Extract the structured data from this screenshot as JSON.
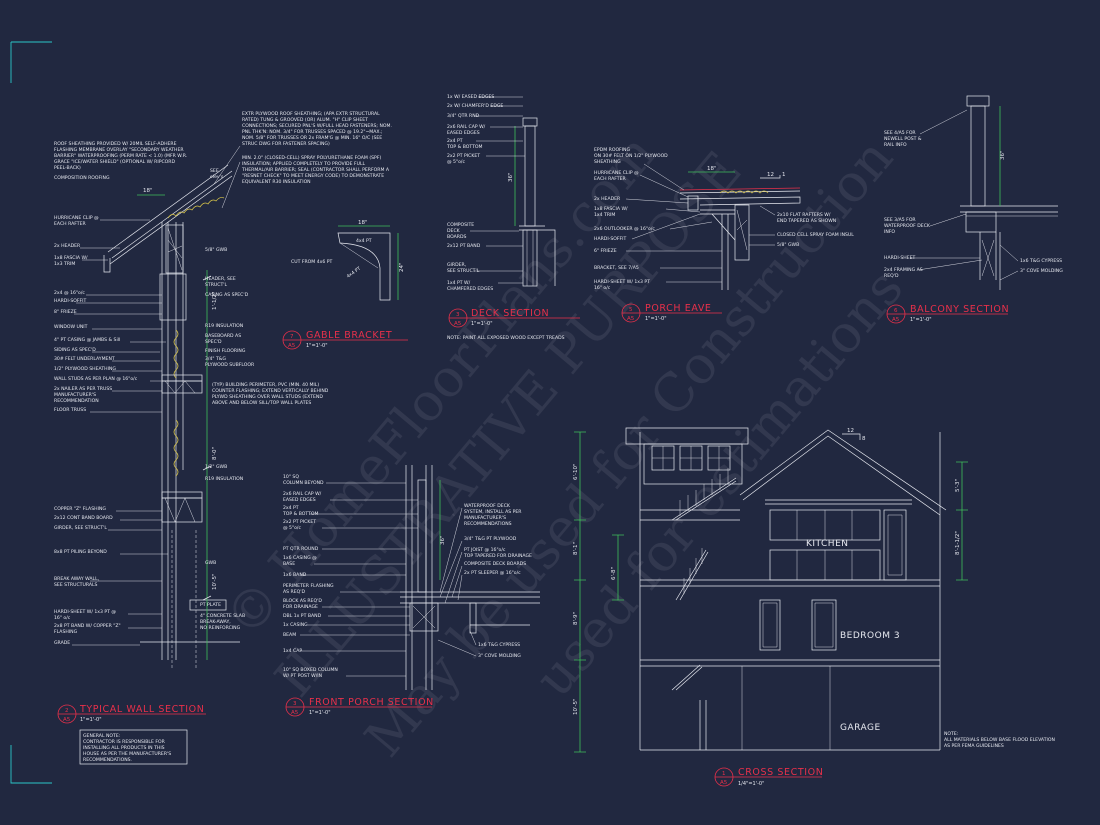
{
  "details": {
    "typical_wall": {
      "number": "2",
      "sheet": "A5",
      "title": "TYPICAL WALL SECTION",
      "scale": "1\"=1'-0\"",
      "notes_left": [
        "ROOF SHEATHING PROVIDED W/ 20MIL SELF-ADHERE",
        "FLASHING MEMBRANE OVERLAY \"SECONDARY WEATHER",
        "BARRIER\" WATERPROOFING (PERM RATE < 1.0) (MFR W.R.",
        "GRACE \"ICE/WATER SHIELD\" (OPTIONAL W/ RIPCORD",
        "PEEL-BACK)",
        "COMPOSITION ROOFING"
      ],
      "notes_top": [
        "EXTR PLYWOOD ROOF SHEATHING; (APA EXTR STRUCTURAL",
        "RATED) TUNG & GROOVED (OR) ALUM. \"H\" CLIP SHEET",
        "CONNECTIONS; SECURED PNL'S W/FULL HEAD FASTENERS; NOM.",
        "PNL THK'N: NOM. 3/4\" FOR TRUSSES SPACED @ 19.2\"~MAX.;",
        "NOM. 5/8\" FOR TRUSSES OR 2x FRAM'G @ MIN. 16\" O/C (SEE",
        "STRUC DWG FOR FASTENER SPACING)"
      ],
      "notes_insul": [
        "MIN. 2.0\" (CLOSED-CELL) SPRAY POLYURETHANE FOAM (SPF)",
        "INSULATION; APPLIED COMPLETELY TO PROVIDE FULL",
        "THERMAL/AIR BARRIER; SEAL (CONTRACTOR SHALL PERFORM A",
        "\"RESNET CHECK\" TO MEET ENERGY CODE) TO DEMONSTRATE",
        "EQUIVALENT R30 INSULATION"
      ],
      "see": [
        "SEE",
        "elev's"
      ],
      "dim_18": "18\"",
      "labels_left": [
        "HURRICANE CLIP @",
        "EACH RAFTER",
        "2x HEADER",
        "1x8 FASCIA W/",
        "1x3 TRIM",
        "2x4 @ 16\"o/c",
        "HARDI-SOFFIT",
        "8\" FRIEZE",
        "WINDOW UNIT",
        "4\" PT CASING @ JAMBS & Sill",
        "SIDING AS SPEC'D",
        "30# FELT UNDERLAYMENT",
        "1/2\" PLYWOOD SHEATHING",
        "WALL STUDS AS PER PLAN @ 16\"o/c",
        "2x NAILER AS PER TRUSS",
        "MANUFACTURER'S",
        "RECOMMENDATION",
        "FLOOR TRUSS",
        "COPPER \"Z\" FLASHING",
        "2x12 CONT BAND BOARD",
        "GIRDER, SEE STRUCT'L",
        "8x8 PT PILING BEYOND",
        "BREAK AWAY WALL,",
        "SEE STRUCTURALS",
        "HARDI-SHEET W/ 1x3 PT @",
        "16\" o/c",
        "2x8 PT BAND W/ COPPER \"Z\"",
        "FLASHING",
        "GRADE"
      ],
      "labels_right": [
        "5/8\" GWB",
        "HEADER, SEE",
        "STRUCT'L",
        "CASING AS SPEC'D",
        "R19 INSULATION",
        "BASEBOARD AS",
        "SPEC'D",
        "FINISH FLOORING",
        "3/4\" T&G",
        "PLYWOOD SUBFLOOR",
        "(TYP) BUILDING PERIMETER, PVC (MIN. 40 MIL)",
        "COUNTER FLASHING; EXTEND VERTICALLY BEHIND",
        "PLYWD SHEATHING OVER WALL STUDS (EXTEND",
        "ABOVE AND BELOW SILL/TOP WALL PLATES",
        "1/2\" GWB",
        "R19 INSULATION",
        "GWB",
        "PT PLATE",
        "4\" CONCRETE SLAB",
        "BREAK-AWAY,",
        "NO REINFORCING"
      ],
      "dims_vertical": [
        "1'-1/2\"",
        "8'-0\"",
        "10'-5\""
      ],
      "general_note": [
        "GENERAL NOTE:",
        "CONTRACTOR IS RESPONSIBLE FOR",
        "INSTALLING ALL PRODUCTS IN THIS",
        "HOUSE AS PER THE MANUFACTURER'S",
        "RECOMMENDATIONS."
      ]
    },
    "gable_bracket": {
      "number": "7",
      "sheet": "A5",
      "title": "GABLE BRACKET",
      "scale": "1\"=1'-0\"",
      "cut_note": "CUT FROM 4x6 PT",
      "dim_top": "18\"",
      "dim_side": "24\"",
      "labels": [
        "4x4 PT",
        "4x4 PT"
      ]
    },
    "deck_section": {
      "number": "3",
      "sheet": "A5",
      "title": "DECK SECTION",
      "scale": "1\"=1'-0\"",
      "note": "NOTE: PAINT ALL EXPOSED WOOD EXCEPT TREADS",
      "labels": [
        "1x W/ EASED EDGES",
        "2x W/ CHAMFER'D EDGE",
        "3/4\" QTR RND",
        "2x6 RAIL CAP W/",
        "EASED EDGES",
        "2x4 PT",
        "TOP & BOTTOM",
        "2x2 PT PICKET",
        "@ 5\"o/c",
        "COMPOSITE",
        "DECK",
        "BOARDS",
        "2x12 PT BAND",
        "GIRDER,",
        "SEE STRUCT'L",
        "1x4 PT W/",
        "CHAMFERED EDGES"
      ],
      "dim": "36\""
    },
    "porch_eave": {
      "number": "5",
      "sheet": "A5",
      "title": "PORCH EAVE",
      "scale": "1\"=1'-0\"",
      "labels": [
        "EPDM ROOFING",
        "ON 30# FELT ON 1/2\" PLYWOOD",
        "SHEATHING",
        "HURRICANE CLIP @",
        "EACH RAFTER",
        "2x HEADER",
        "1x8 FASCIA W/",
        "1x4 TRIM",
        "2x6 OUTLOOKER @ 16\"o/c",
        "HARDI-SOFFIT",
        "6\" FRIEZE",
        "BRACKET, SEE 7/A5",
        "HARDI-SHEET W/ 1x3 PT",
        "16\" o/c",
        "2x10 FLAT RAFTERS W/",
        "END TAPERED AS SHOWN",
        "CLOSED CELL SPRAY FOAM INSUL",
        "5/8\" GWB"
      ],
      "dim_18": "18\"",
      "pitch": "12",
      "pitch_rise": "1"
    },
    "balcony_section": {
      "number": "6",
      "sheet": "A5",
      "title": "BALCONY SECTION",
      "scale": "1\"=1'-0\"",
      "labels": [
        "SEE 4/A5 FOR",
        "NEWELL POST &",
        "RAIL INFO",
        "SEE 3/A5 FOR",
        "WATERPROOF DECK",
        "INFO",
        "HARDI-SHEET",
        "2x4 FRAMING AS",
        "REQ'D",
        "1x6 T&G CYPRESS",
        "3\" COVE MOLDING"
      ],
      "dim": "36\""
    },
    "front_porch": {
      "number": "3",
      "sheet": "A5",
      "title": "FRONT PORCH SECTION",
      "scale": "1\"=1'-0\"",
      "labels_left": [
        "10\" SQ",
        "COLUMN BEYOND",
        "2x6 RAIL CAP W/",
        "EASED EDGES",
        "2x4 PT",
        "TOP & BOTTOM",
        "2x2 PT PICKET",
        "@ 5\"o/c",
        "PT QTR ROUND",
        "1x6 CASING @",
        "BASE",
        "1x6 BAND",
        "PERIMETER FLASHING",
        "AS REQ'D",
        "BLOCK AS REQ'D",
        "FOR DRAINAGE",
        "DBL 1x PT BAND",
        "1x CASING",
        "BEAM",
        "1x4 CAP",
        "10\" SQ BOXED COLUMN",
        "W/ PT POST W/IN"
      ],
      "labels_right": [
        "WATERPROOF DECK",
        "SYSTEM, INSTALL AS PER",
        "MANUFACTURER'S",
        "RECOMMENDATIONS",
        "3/4\" T&G PT PLYWOOD",
        "PT JOIST @ 16\"o/c",
        "TOP TAPERED FOR DRAINAGE",
        "COMPOSITE DECK BOARDS",
        "2x PT SLEEPER @ 16\"o/c",
        "1x6 T&G CYPRESS",
        "3\" COVE MOLDING"
      ],
      "dim": "36\""
    },
    "cross_section": {
      "number": "1",
      "sheet": "A5",
      "title": "CROSS SECTION",
      "scale": "1/4\"=1'-0\"",
      "rooms": [
        "KITCHEN",
        "BEDROOM 3",
        "GARAGE"
      ],
      "pitch": "12",
      "pitch_rise": "8",
      "dims_left": [
        "6'-10\"",
        "8'-1\"",
        "6'-8\"",
        "8'-9\"",
        "10'-5\""
      ],
      "dims_right": [
        "5'-3\"",
        "8'-1-1/2\""
      ],
      "note": [
        "NOTE:",
        "ALL MATERIALS BELOW BASE FLOOD ELEVATION",
        "AS PER FEMA GUIDELINES"
      ]
    }
  },
  "watermark": [
    "© HomeFloorPlans.com",
    "ILLUSTRATIVE PURPOSE",
    "May be used for Construction",
    "used for estimations"
  ],
  "colors": {
    "background": "#212840",
    "linework": "#e6e8ef",
    "titles": "#e8304a",
    "dimensions": "#3fbf5a",
    "insulation": "#d9c64a"
  }
}
